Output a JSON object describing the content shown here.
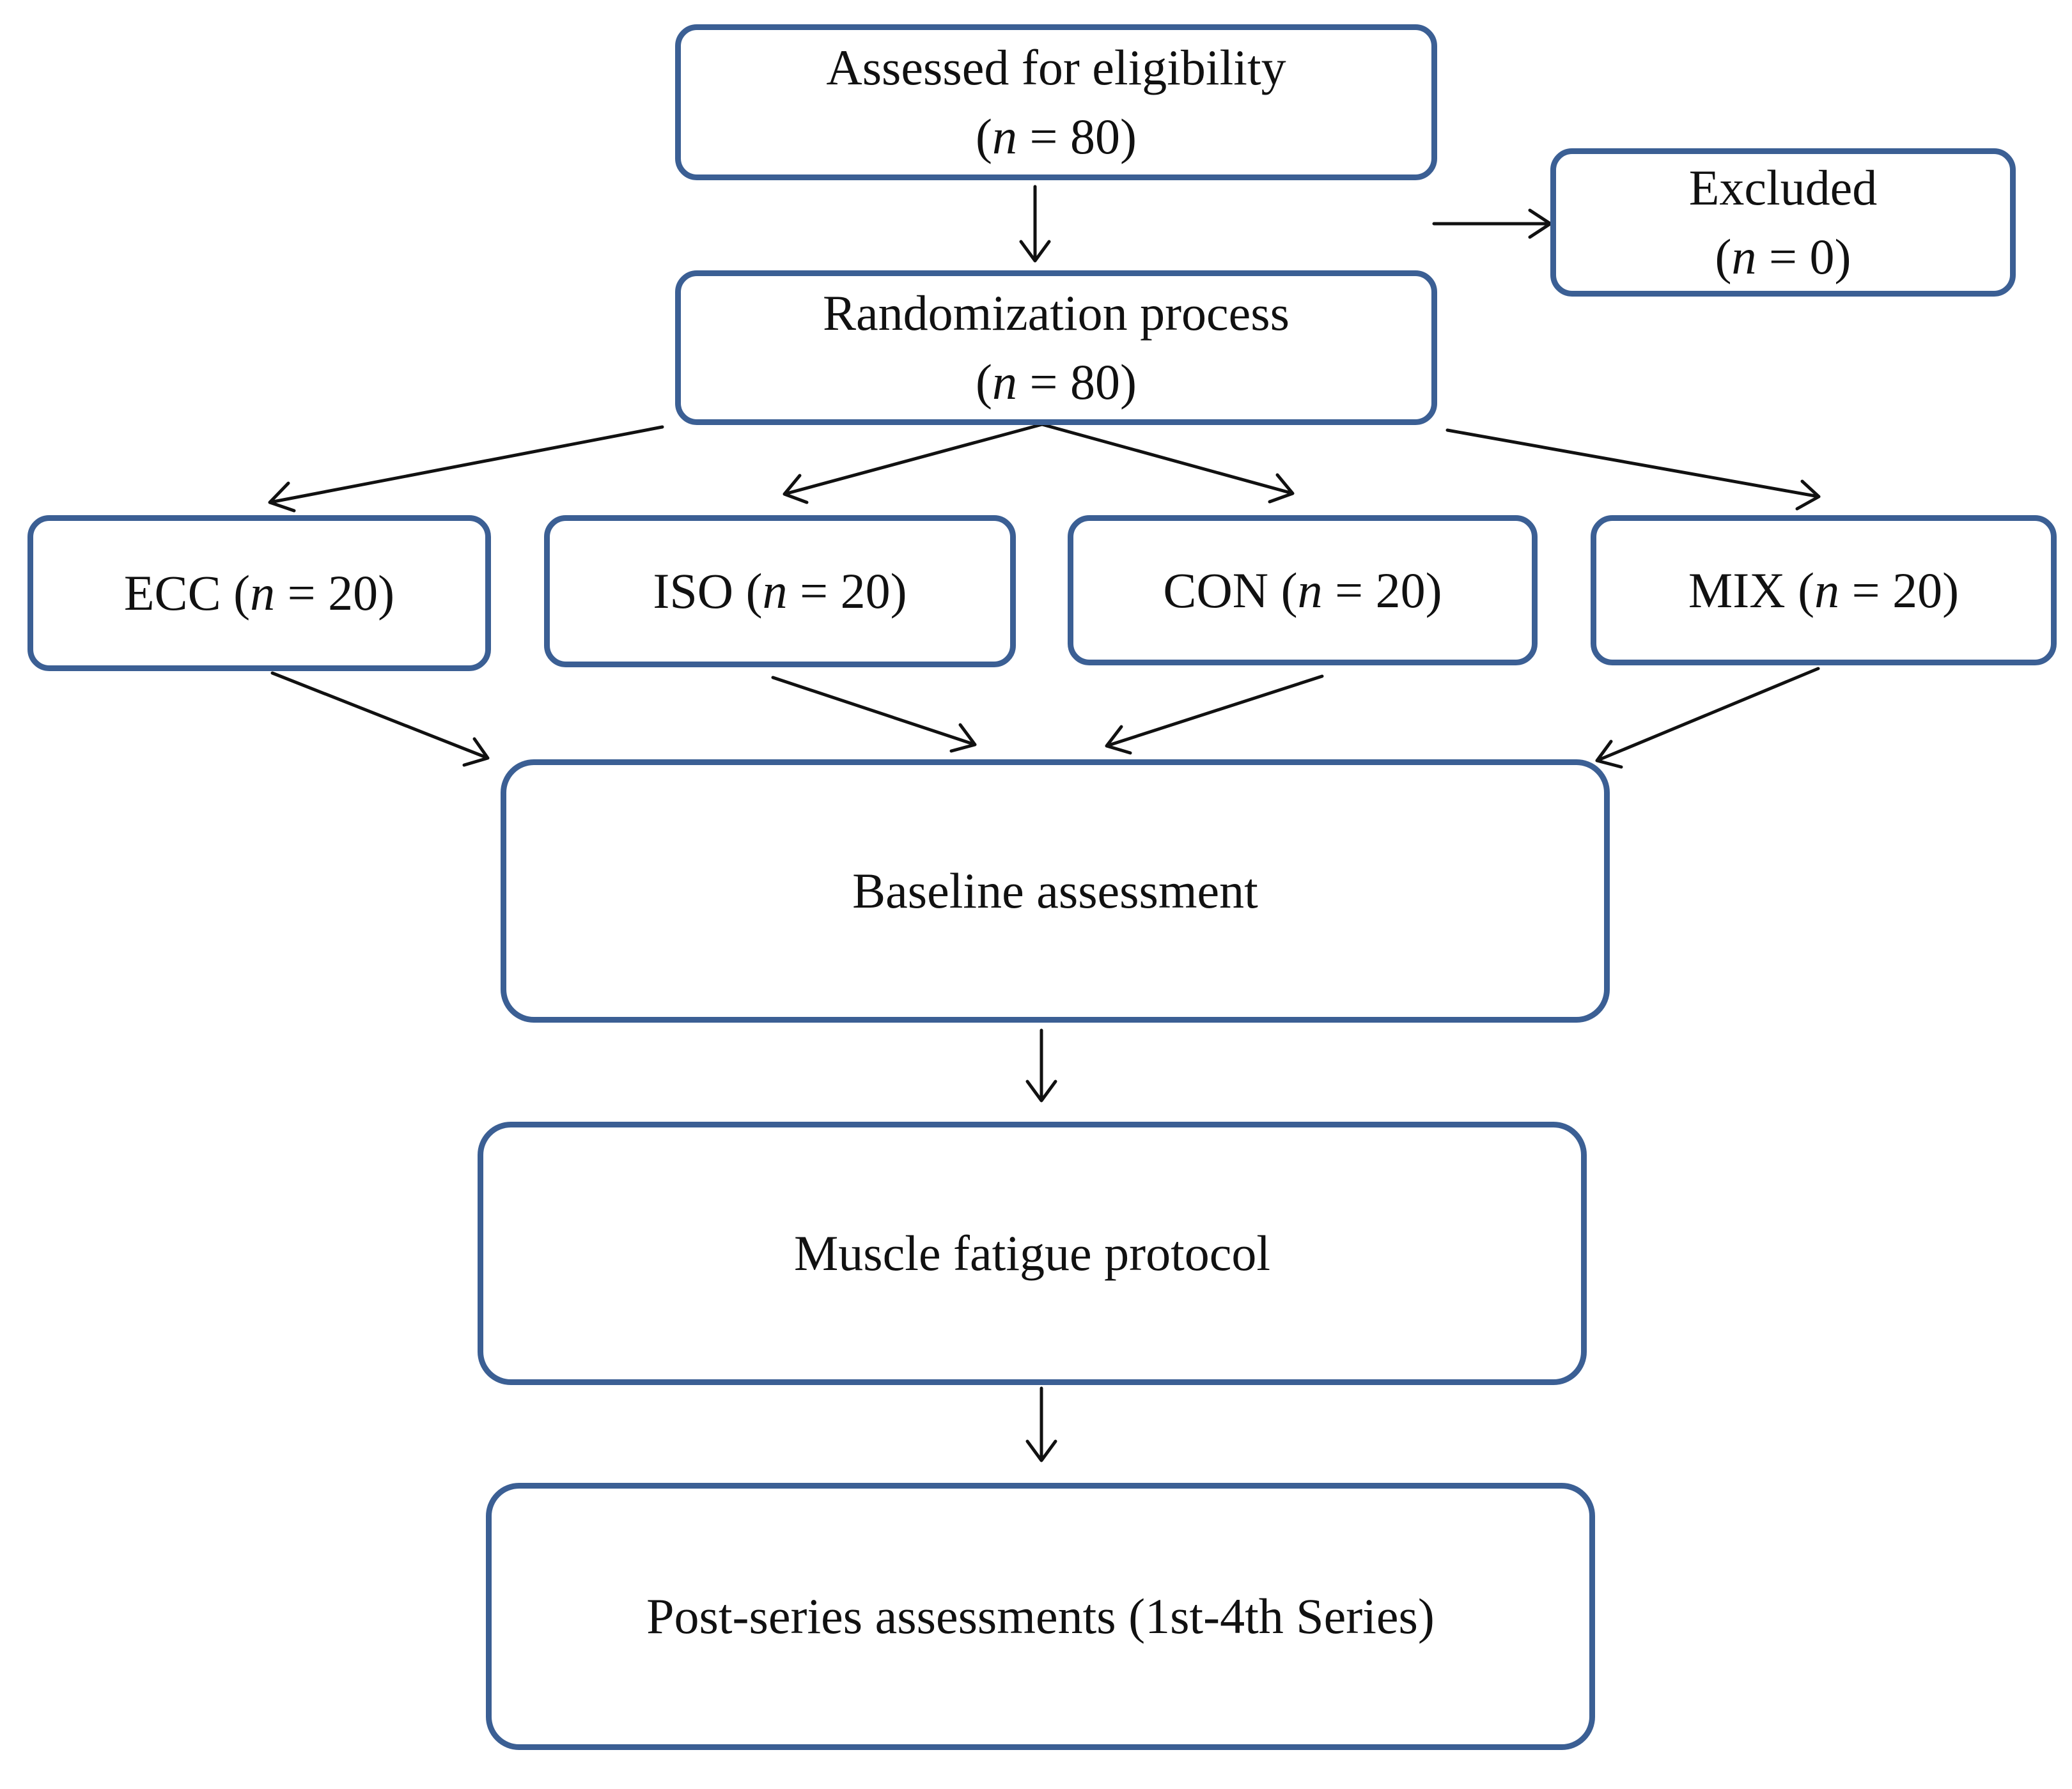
{
  "diagram": {
    "assessed": {
      "title": "Assessed for eligibility",
      "n_label": "n",
      "n_value": "80"
    },
    "excluded": {
      "title": "Excluded",
      "n_label": "n",
      "n_value": "0"
    },
    "randomization": {
      "title": "Randomization process",
      "n_label": "n",
      "n_value": "80"
    },
    "groups": [
      {
        "name": "ECC",
        "n_label": "n",
        "n_value": "20"
      },
      {
        "name": "ISO",
        "n_label": "n",
        "n_value": "20"
      },
      {
        "name": "CON",
        "n_label": "n",
        "n_value": "20"
      },
      {
        "name": "MIX",
        "n_label": "n",
        "n_value": "20"
      }
    ],
    "baseline": {
      "title": "Baseline assessment"
    },
    "fatigue": {
      "title": "Muscle fatigue protocol"
    },
    "post": {
      "title": "Post-series assessments (1st-4th Series)"
    }
  },
  "colors": {
    "box_border": "#3b5f94",
    "arrow": "#111111",
    "text": "#111111"
  }
}
